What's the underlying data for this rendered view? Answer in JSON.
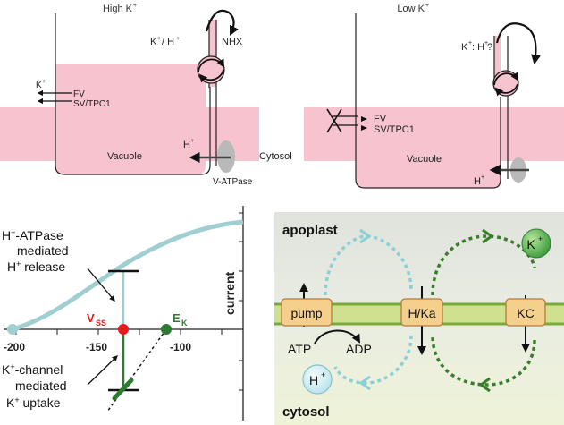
{
  "panel_top_left": {
    "title": "High K",
    "title_sup": "+",
    "exchange_k": "K",
    "exchange_h": "/ H",
    "nhx": "NHX",
    "k_out": "K",
    "fv": "FV",
    "sv": "SV/TPC1",
    "h_in": "H",
    "vacuole": "Vacuole",
    "vatpase": "V-ATPase"
  },
  "panel_top_right": {
    "title": "Low K",
    "title_sup": "+",
    "ratio_k": "K",
    "ratio_h": ": H",
    "ratio_q": " ?",
    "fv": "FV",
    "sv": "SV/TPC1",
    "vacuole": "Vacuole",
    "h": "H"
  },
  "cytosol_label": "Cytosol",
  "iv_plot": {
    "ylabel": "current",
    "x_ticks": [
      "-200",
      "-150",
      "-100"
    ],
    "vss_main": "V",
    "vss_sub": "SS",
    "ek_main": "E",
    "ek_sub": "K",
    "hatpase_lines": [
      "H",
      "-ATPase",
      "mediated",
      "H",
      " release"
    ],
    "kchannel_lines": [
      "K",
      "-channel",
      "mediated",
      "K",
      " uptake"
    ],
    "colors": {
      "pump": "#9fcfd0",
      "channel": "#2f7a32",
      "vss": "#e41a1c"
    }
  },
  "transport_panel": {
    "apoplast": "apoplast",
    "cytosol": "cytosol",
    "pump": "pump",
    "hka": "H/Ka",
    "kc": "KC",
    "atp": "ATP",
    "adp": "ADP",
    "k_ion": "K",
    "h_ion": "H",
    "colors": {
      "membrane": "#8bc34a",
      "box": "#f5cf8c",
      "teal": "#8ccfd6",
      "green": "#3a7d2c"
    }
  }
}
